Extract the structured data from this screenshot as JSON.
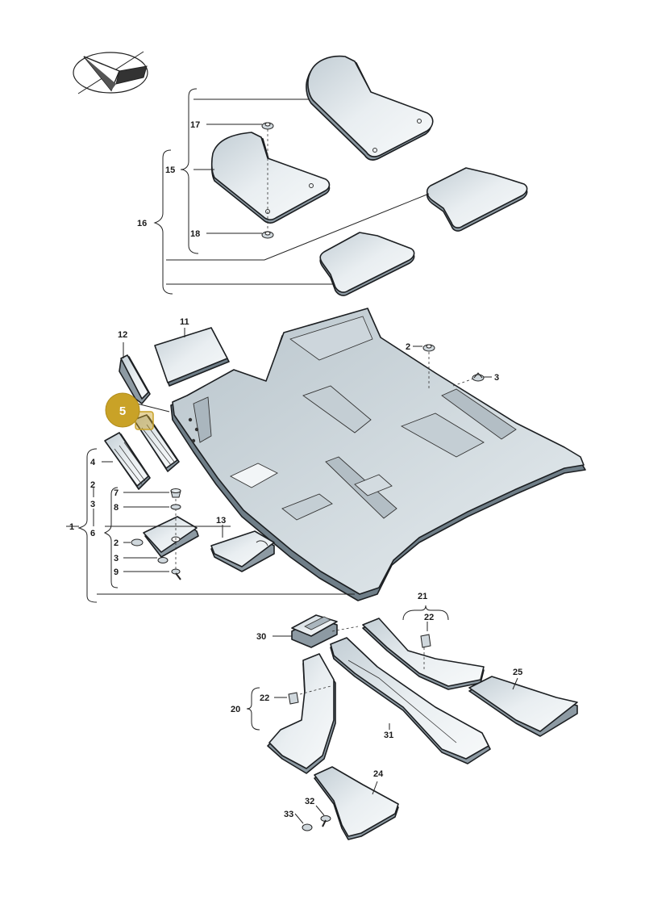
{
  "highlight": {
    "label": "5",
    "color": "#c9a227"
  },
  "callouts": {
    "c1": "1",
    "c2a": "2",
    "c2b": "2",
    "c2c": "2",
    "c3a": "3",
    "c3b": "3",
    "c3c": "3",
    "c4": "4",
    "c6": "6",
    "c7": "7",
    "c8": "8",
    "c9": "9",
    "c11": "11",
    "c12": "12",
    "c13": "13",
    "c15": "15",
    "c16": "16",
    "c17": "17",
    "c18": "18",
    "c20": "20",
    "c21": "21",
    "c22a": "22",
    "c22b": "22",
    "c24": "24",
    "c25": "25",
    "c30": "30",
    "c31": "31",
    "c32": "32",
    "c33": "33"
  },
  "colors": {
    "part_fill": "#dfe6ea",
    "part_shadow": "#8d9aa3",
    "outline": "#1c1f22"
  }
}
